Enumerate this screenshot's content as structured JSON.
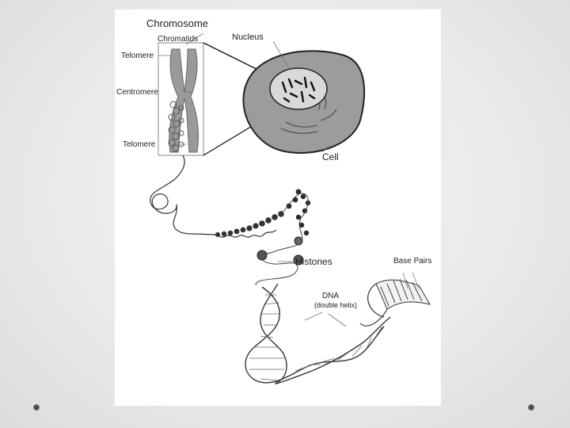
{
  "diagram": {
    "labels": {
      "chromosome": "Chromosome",
      "chromatids": "Chromatids",
      "telomere_top": "Telomere",
      "centromere": "Centromere",
      "telomere_bottom": "Telomere",
      "nucleus": "Nucleus",
      "cell": "Cell",
      "histones": "Histones",
      "base_pairs": "Base Pairs",
      "dna": "DNA",
      "double_helix": "(double helix)"
    }
  },
  "decor": {
    "bullet_icon": "circle-bullet",
    "accent": "#4a4a4a"
  }
}
